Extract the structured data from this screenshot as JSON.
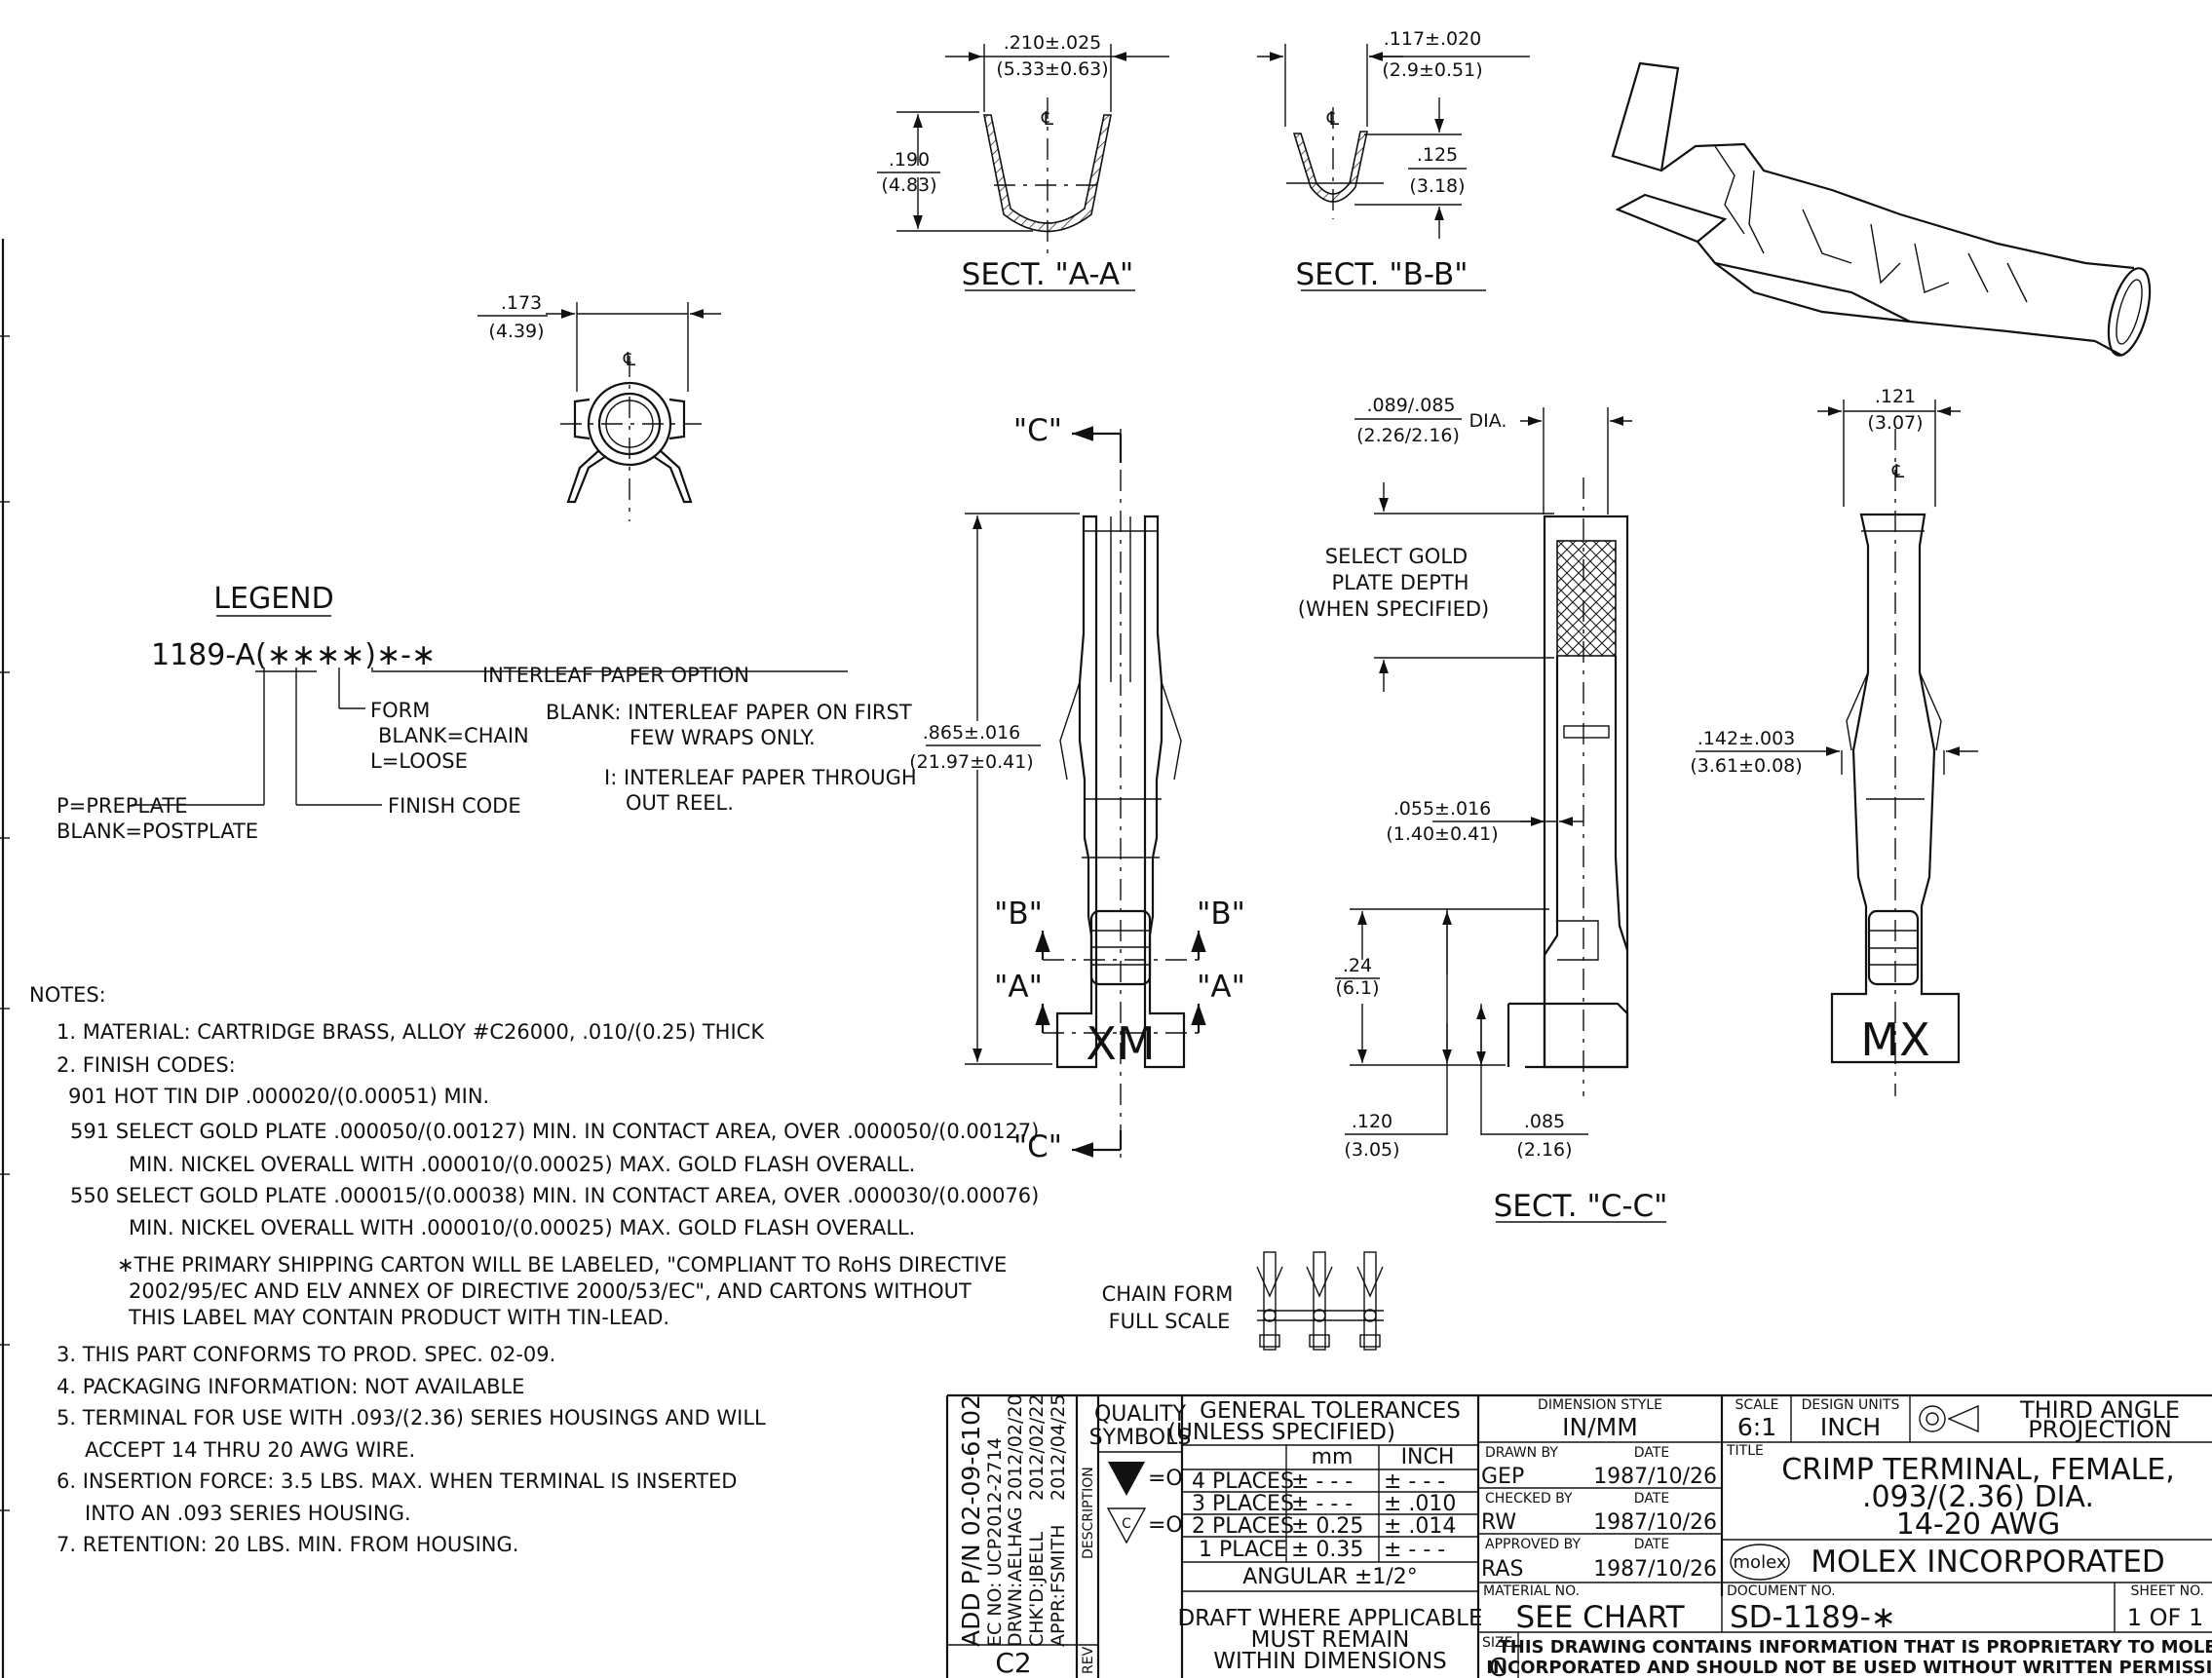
{
  "sections": {
    "aa": {
      "title": "SECT. \"A-A\"",
      "width_in": ".210±.025",
      "width_mm": "(5.33±0.63)",
      "height_in": ".190",
      "height_mm": "(4.83)"
    },
    "bb": {
      "title": "SECT. \"B-B\"",
      "width_in": ".117±.020",
      "width_mm": "(2.9±0.51)",
      "height_in": ".125",
      "height_mm": "(3.18)"
    },
    "cc": {
      "title": "SECT. \"C-C\""
    }
  },
  "end_view": {
    "width_in": ".173",
    "width_mm": "(4.39)"
  },
  "centerline": "℄",
  "front_view": {
    "cut_c": "\"C\"",
    "cut_b": "\"B\"",
    "cut_a": "\"A\"",
    "length_in": ".865±.016",
    "length_mm": "(21.97±0.41)",
    "mark": "XM"
  },
  "cc_view": {
    "dia_in": ".089/.085",
    "dia_mm": "(2.26/2.16)",
    "dia_label": "DIA.",
    "gold_note": [
      "SELECT GOLD",
      "PLATE DEPTH",
      "(WHEN SPECIFIED)"
    ],
    "dim_055_in": ".055±.016",
    "dim_055_mm": "(1.40±0.41)",
    "dim_24_in": ".24",
    "dim_24_mm": "(6.1)",
    "dim_120_in": ".120",
    "dim_120_mm": "(3.05)",
    "dim_085_in": ".085",
    "dim_085_mm": "(2.16)"
  },
  "side_view": {
    "top_in": ".121",
    "top_mm": "(3.07)",
    "mid_in": ".142±.003",
    "mid_mm": "(3.61±0.08)",
    "mark": "MX"
  },
  "chain_form": [
    "CHAIN FORM",
    "FULL SCALE"
  ],
  "legend": {
    "title": "LEGEND",
    "part_prefix": "1189-A(",
    "part_stars": "∗∗∗∗",
    "part_suffix": ")∗-∗",
    "interleaf_label": "INTERLEAF PAPER OPTION",
    "form": [
      "FORM",
      "BLANK=CHAIN",
      "L=LOOSE"
    ],
    "finish": "FINISH CODE",
    "plate": [
      "P=PREPLATE",
      "BLANK=POSTPLATE"
    ],
    "blank_option": [
      "BLANK: INTERLEAF PAPER ON FIRST",
      "FEW WRAPS ONLY."
    ],
    "i_option": [
      "I: INTERLEAF PAPER THROUGH",
      "OUT REEL."
    ]
  },
  "notes": {
    "heading": "NOTES:",
    "n1": "1.  MATERIAL: CARTRIDGE BRASS, ALLOY #C26000, .010/(0.25) THICK",
    "n2": "2.  FINISH CODES:",
    "f901": "901    HOT TIN DIP .000020/(0.00051) MIN.",
    "f591a": "591    SELECT GOLD PLATE .000050/(0.00127) MIN. IN CONTACT AREA, OVER .000050/(0.00127)",
    "f591b": "MIN. NICKEL OVERALL WITH .000010/(0.00025) MAX. GOLD FLASH OVERALL.",
    "f550a": "550    SELECT GOLD PLATE .000015/(0.00038) MIN. IN CONTACT AREA, OVER .000030/(0.00076)",
    "f550b": "MIN. NICKEL OVERALL WITH .000010/(0.00025) MAX. GOLD FLASH OVERALL.",
    "rohs_a": "∗THE PRIMARY SHIPPING CARTON WILL BE LABELED, \"COMPLIANT TO RoHS DIRECTIVE",
    "rohs_b": "2002/95/EC AND ELV ANNEX OF DIRECTIVE 2000/53/EC\", AND CARTONS WITHOUT",
    "rohs_c": "THIS LABEL MAY CONTAIN PRODUCT WITH TIN-LEAD.",
    "n3": "3.  THIS PART CONFORMS TO PROD. SPEC. 02-09.",
    "n4": "4.  PACKAGING INFORMATION: NOT AVAILABLE",
    "n5a": "5.  TERMINAL FOR USE WITH .093/(2.36) SERIES HOUSINGS AND WILL",
    "n5b": "ACCEPT 14 THRU 20 AWG WIRE.",
    "n6a": "6.  INSERTION FORCE:  3.5 LBS. MAX. WHEN TERMINAL IS INSERTED",
    "n6b": "INTO AN .093 SERIES HOUSING.",
    "n7": "7.  RETENTION:  20 LBS. MIN. FROM HOUSING."
  },
  "revision": {
    "desc": "ADD P/N 02-09-6102",
    "ec": "EC NO: UCP2012-2714",
    "drwn": "DRWN:AELHAG",
    "drwn_date": "2012/02/20",
    "chkd": "CHK'D:JBELL",
    "chkd_date": "2012/02/22",
    "appr": "APPR:FSMITH",
    "appr_date": "2012/04/25",
    "description_label": "DESCRIPTION",
    "rev_label": "REV",
    "rev": "C2"
  },
  "title_block": {
    "quality_symbols": [
      "QUALITY",
      "SYMBOLS"
    ],
    "qs_eq": "=O",
    "qs_c": "C",
    "general_tol": [
      "GENERAL TOLERANCES",
      "(UNLESS SPECIFIED)"
    ],
    "tol_headers": [
      "mm",
      "INCH"
    ],
    "tol_rows": [
      {
        "label": "4 PLACES",
        "mm": "± - - -",
        "inch": "± - - -"
      },
      {
        "label": "3 PLACES",
        "mm": "± - - -",
        "inch": "± .010"
      },
      {
        "label": "2 PLACES",
        "mm": "± 0.25",
        "inch": "± .014"
      },
      {
        "label": "1 PLACE",
        "mm": "± 0.35",
        "inch": "± - - -"
      }
    ],
    "angular": "ANGULAR ±1/2°",
    "draft": [
      "DRAFT WHERE APPLICABLE",
      "MUST REMAIN",
      "WITHIN DIMENSIONS"
    ],
    "dim_style_label": "DIMENSION STYLE",
    "dim_style": "IN/MM",
    "scale_label": "SCALE",
    "scale": "6:1",
    "units_label": "DESIGN UNITS",
    "units": "INCH",
    "projection": [
      "THIRD ANGLE",
      "PROJECTION"
    ],
    "drawn_by_label": "DRAWN BY",
    "drawn_by": "GEP",
    "checked_by_label": "CHECKED BY",
    "checked_by": "RW",
    "approved_by_label": "APPROVED BY",
    "approved_by": "RAS",
    "date_label": "DATE",
    "date": "1987/10/26",
    "title_label": "TITLE",
    "title": [
      "CRIMP TERMINAL, FEMALE,",
      ".093/(2.36) DIA.",
      "14-20 AWG"
    ],
    "logo": "molex",
    "company": "MOLEX INCORPORATED",
    "material_label": "MATERIAL NO.",
    "material": "SEE CHART",
    "document_label": "DOCUMENT NO.",
    "document": "SD-1189-∗",
    "sheet_label": "SHEET NO.",
    "sheet": "1 OF 1",
    "size_label": "SIZE",
    "size": "C",
    "proprietary": [
      "THIS DRAWING CONTAINS INFORMATION THAT IS PROPRIETARY TO MOLEX",
      "INCORPORATED AND SHOULD NOT BE USED WITHOUT WRITTEN PERMISSION"
    ]
  }
}
